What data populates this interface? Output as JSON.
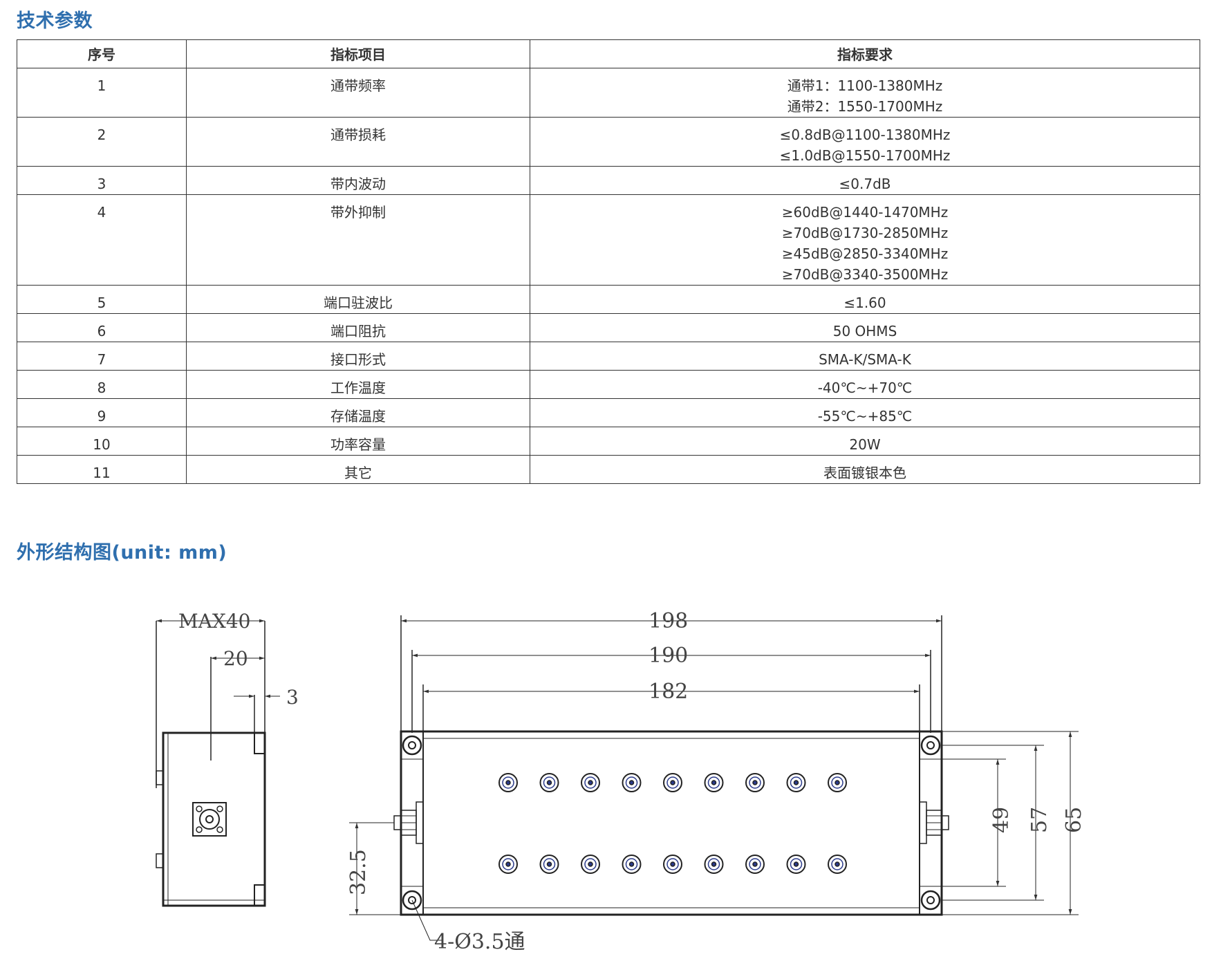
{
  "section1_title": "技术参数",
  "section2_title": "外形结构图(unit: mm)",
  "table": {
    "headers": [
      "序号",
      "指标项目",
      "指标要求"
    ],
    "rows": [
      {
        "no": "1",
        "item": "通带频率",
        "req": [
          "通带1：1100-1380MHz",
          "通带2：1550-1700MHz"
        ]
      },
      {
        "no": "2",
        "item": "通带损耗",
        "req": [
          "≤0.8dB@1100-1380MHz",
          "≤1.0dB@1550-1700MHz"
        ]
      },
      {
        "no": "3",
        "item": "带内波动",
        "req": [
          "≤0.7dB"
        ]
      },
      {
        "no": "4",
        "item": "带外抑制",
        "req": [
          "≥60dB@1440-1470MHz",
          "≥70dB@1730-2850MHz",
          "≥45dB@2850-3340MHz",
          "≥70dB@3340-3500MHz"
        ]
      },
      {
        "no": "5",
        "item": "端口驻波比",
        "req": [
          "≤1.60"
        ]
      },
      {
        "no": "6",
        "item": "端口阻抗",
        "req": [
          "50 OHMS"
        ]
      },
      {
        "no": "7",
        "item": "接口形式",
        "req": [
          "SMA-K/SMA-K"
        ]
      },
      {
        "no": "8",
        "item": "工作温度",
        "req": [
          "-40℃~+70℃"
        ]
      },
      {
        "no": "9",
        "item": "存储温度",
        "req": [
          "-55℃~+85℃"
        ]
      },
      {
        "no": "10",
        "item": "功率容量",
        "req": [
          "20W"
        ]
      },
      {
        "no": "11",
        "item": "其它",
        "req": [
          "表面镀银本色"
        ]
      }
    ]
  },
  "drawing": {
    "side_dims": {
      "max_width": "MAX40",
      "center": "20",
      "lip": "3"
    },
    "front_dims": {
      "overall": "198",
      "mid": "190",
      "inner": "182",
      "h1": "49",
      "h2": "57",
      "h3": "65",
      "connector_offset": "32.5",
      "holes": "4-Ø3.5通"
    }
  }
}
